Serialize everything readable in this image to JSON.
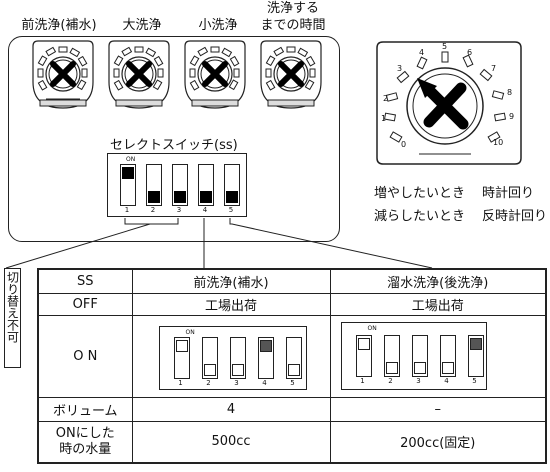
{
  "dial_labels": [
    "前洗浄(補水)",
    "大洗浄",
    "小洗浄",
    "洗浄する",
    "までの時間"
  ],
  "dip_title": "セレクトスイッチ(ss)",
  "dip_on_label": "ON",
  "dip_numbers": [
    "1",
    "2",
    "3",
    "4",
    "5"
  ],
  "big_dial": {
    "numbers": [
      "0",
      "1",
      "2",
      "3",
      "4",
      "5",
      "6",
      "7",
      "8",
      "9",
      "10"
    ],
    "increase_label": "増やしたいとき",
    "increase_dir": "時計回り",
    "decrease_label": "減らしたいとき",
    "decrease_dir": "反時計回り"
  },
  "side_note": "切り替え不可",
  "table": {
    "headers": [
      "SS",
      "前洗浄(補水)",
      "溜水洗浄(後洗浄)"
    ],
    "rows": [
      {
        "label": "OFF",
        "col1": "工場出荷",
        "col2": "工場出荷"
      },
      {
        "label": "O N",
        "col1": "",
        "col2": ""
      },
      {
        "label": "ボリューム",
        "col1": "4",
        "col2": "–"
      },
      {
        "label_line1": "ONにした",
        "label_line2": "時の水量",
        "col1": "500cc",
        "col2": "200cc(固定)"
      }
    ]
  },
  "dip_states": {
    "main": [
      1,
      0,
      0,
      0,
      0
    ],
    "front_wash": [
      1,
      0,
      0,
      1,
      0
    ],
    "accumulated_wash": [
      1,
      0,
      0,
      0,
      1
    ]
  }
}
